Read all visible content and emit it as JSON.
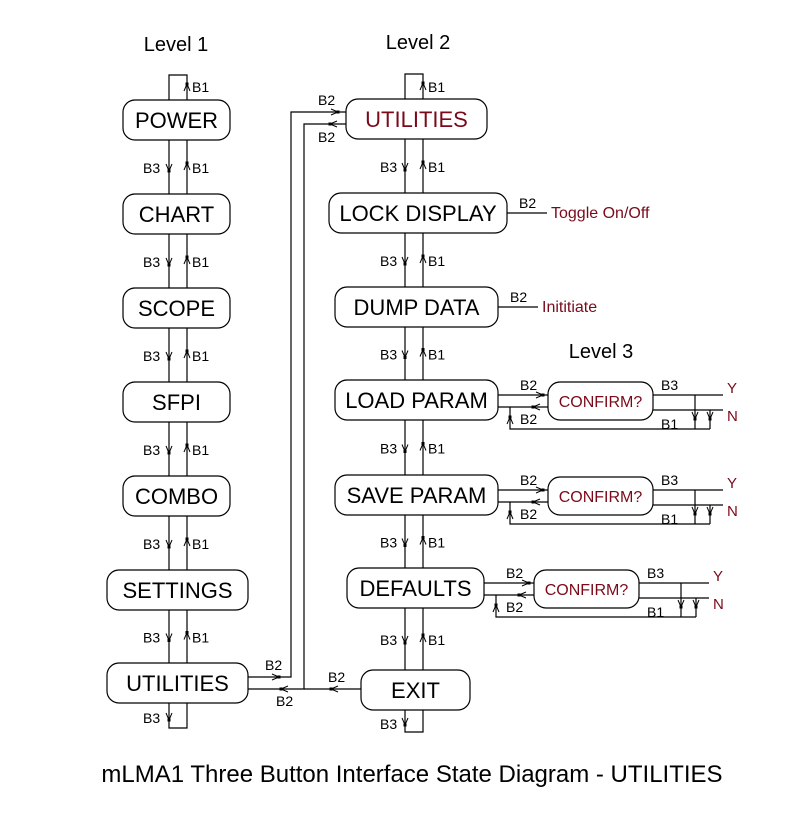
{
  "colors": {
    "accent": "#7a0a1a",
    "line": "#000000",
    "background": "#ffffff"
  },
  "levels": {
    "level1": "Level 1",
    "level2": "Level 2",
    "level3": "Level 3"
  },
  "buttons": {
    "b1": "B1",
    "b2": "B2",
    "b3": "B3"
  },
  "level1_states": [
    {
      "id": "power",
      "label": "POWER"
    },
    {
      "id": "chart",
      "label": "CHART"
    },
    {
      "id": "scope",
      "label": "SCOPE"
    },
    {
      "id": "sfpi",
      "label": "SFPI"
    },
    {
      "id": "combo",
      "label": "COMBO"
    },
    {
      "id": "settings",
      "label": "SETTINGS"
    },
    {
      "id": "utilities",
      "label": "UTILITIES"
    }
  ],
  "level2_states": [
    {
      "id": "utilities",
      "label": "UTILITIES",
      "accent": true
    },
    {
      "id": "lock-display",
      "label": "LOCK DISPLAY",
      "action": "Toggle On/Off"
    },
    {
      "id": "dump-data",
      "label": "DUMP DATA",
      "action": "Inititiate"
    },
    {
      "id": "load-param",
      "label": "LOAD PARAM",
      "confirm": true
    },
    {
      "id": "save-param",
      "label": "SAVE PARAM",
      "confirm": true
    },
    {
      "id": "defaults",
      "label": "DEFAULTS",
      "confirm": true
    },
    {
      "id": "exit",
      "label": "EXIT"
    }
  ],
  "confirm": {
    "label": "CONFIRM?",
    "yes": "Y",
    "no": "N"
  },
  "footer": {
    "title": "mLMA1 Three Button Interface State Diagram - UTILITIES"
  }
}
